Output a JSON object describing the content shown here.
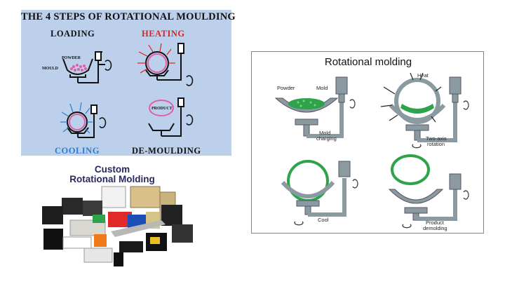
{
  "steps_panel": {
    "title": "THE 4 STEPS OF ROTATIONAL MOULDING",
    "steps": [
      "LOADING",
      "HEATING",
      "COOLING",
      "DE-MOULDING"
    ],
    "small_labels": {
      "powder": "POWDER",
      "mould": "MOULD",
      "product": "PRODUCT"
    },
    "colors": {
      "loading": "#111111",
      "heating": "#e02020",
      "cooling": "#2a7fd0",
      "demoulding": "#111111",
      "background": "#bcd0ec"
    }
  },
  "products_panel": {
    "title_line1": "Custom",
    "title_line2": "Rotational Molding"
  },
  "process_panel": {
    "title": "Rotational molding",
    "labels": {
      "powder": "Powder",
      "mold": "Mold",
      "heat": "Heat",
      "mold_charging_1": "Mold",
      "mold_charging_2": "charging",
      "two_axis_1": "Two-axis",
      "two_axis_2": "rotation",
      "cool": "Cool",
      "product_demolding_1": "Product",
      "product_demolding_2": "demolding"
    },
    "colors": {
      "machine": "#8a9aa0",
      "plastic": "#2fa34a"
    }
  }
}
